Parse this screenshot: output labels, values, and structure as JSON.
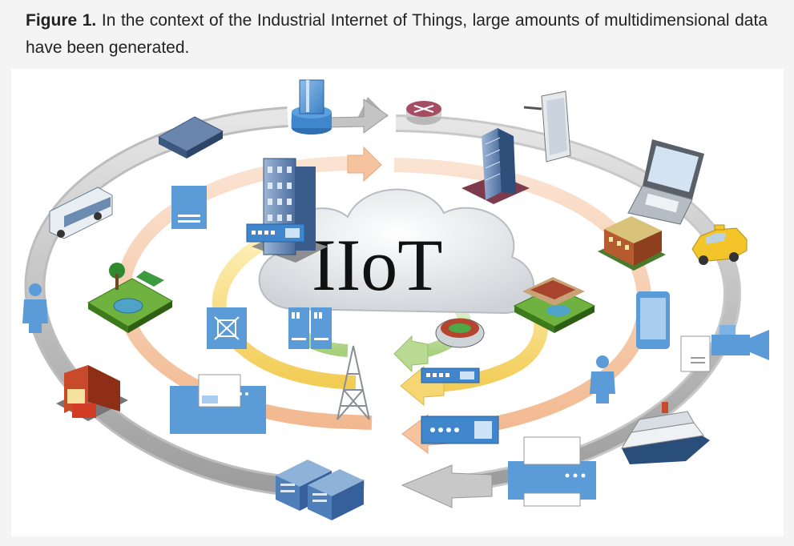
{
  "caption": {
    "label": "Figure 1.",
    "text": "In the context of the Industrial Internet of Things, large amounts of multidimensional data have been generated."
  },
  "diagram": {
    "center_label": "IIoT"
  }
}
